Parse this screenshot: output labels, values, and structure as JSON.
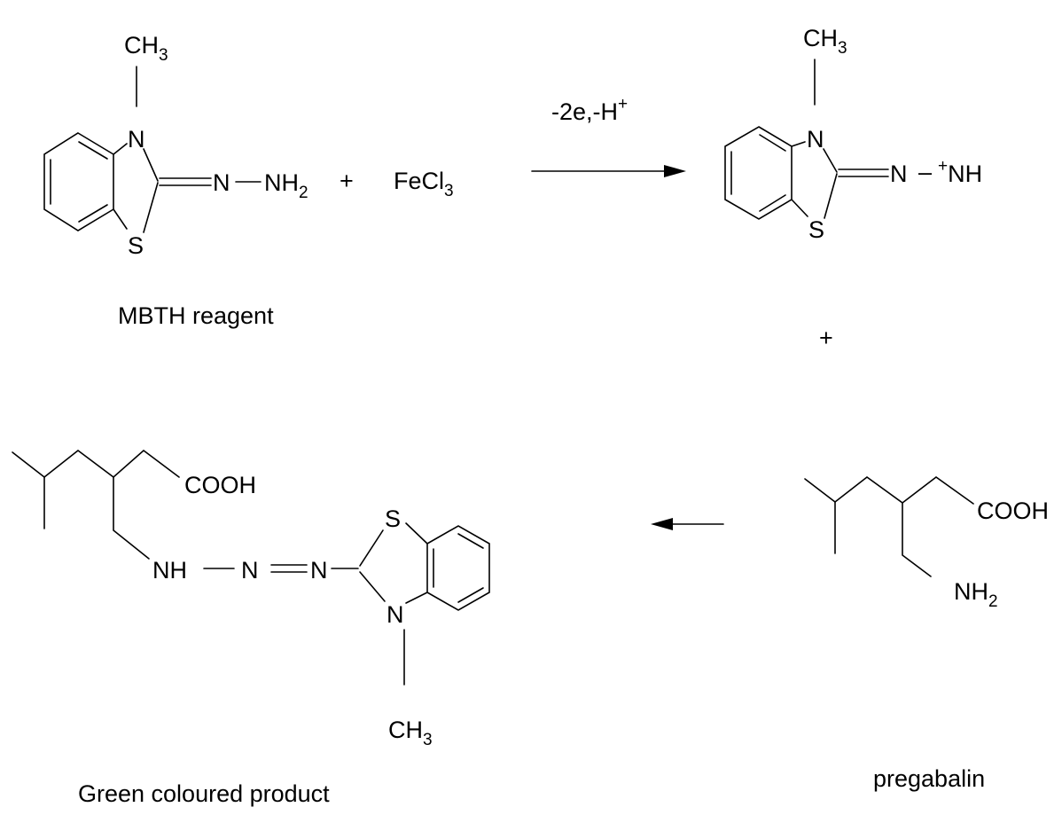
{
  "diagram": {
    "title": "",
    "labels": {
      "mbth": "MBTH reagent",
      "product": "Green coloured product",
      "pregabalin": "pregabalin",
      "plus_reagent": "+",
      "plus_oxidation": "+",
      "reagent_ferric": "FeCl",
      "ferric_sub": "3",
      "condition": "-2e,-H",
      "condition_sup": "+"
    },
    "atoms": {
      "methyl": "CH",
      "methyl_sub": "3",
      "nitrogen": "N",
      "sulfur": "S",
      "amino_nh": "NH",
      "amino_sub": "2",
      "cation_plus": "+",
      "cation_nh": "NH",
      "minus_sign": "–",
      "carboxyl": "COOH",
      "imine_nh": "NH",
      "azo_n1": "N",
      "azo_n2": "N"
    },
    "colors": {
      "ink": "#000000",
      "background": "#ffffff"
    }
  }
}
